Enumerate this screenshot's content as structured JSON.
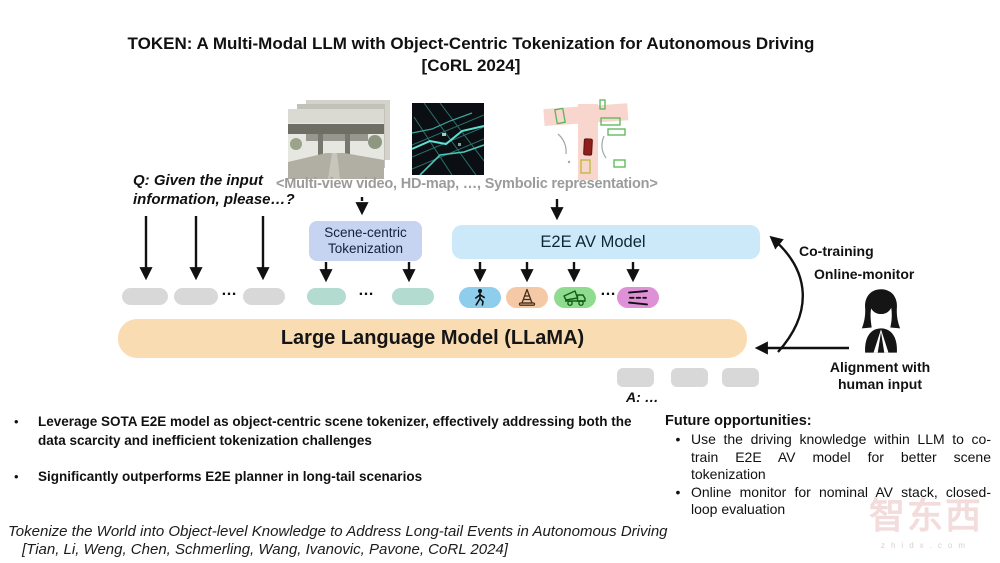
{
  "title": {
    "line1": "TOKEN: A Multi-Modal LLM with Object-Centric Tokenization for Autonomous Driving",
    "line2": "[CoRL 2024]"
  },
  "inputs": {
    "caption": "<Multi-view video, HD-map, …,  Symbolic representation>",
    "thumbnails": [
      "multi-view-video-thumbnail",
      "hd-map-thumbnail",
      "symbolic-representation-thumbnail"
    ]
  },
  "question": "Q: Given the input information, please…?",
  "flow": {
    "scene_tokenizer_label": "Scene-centric Tokenization",
    "e2e_label": "E2E AV Model",
    "llm_label": "Large Language Model (LLaMA)",
    "answer_label": "A: …",
    "ellipsis": "…",
    "co_training_label": "Co-training",
    "online_monitor_label": "Online-monitor",
    "alignment_label": "Alignment with human input",
    "token_icons": [
      "pedestrian-icon",
      "traffic-cone-icon",
      "dump-truck-icon",
      "lane-markings-icon"
    ]
  },
  "bullets": [
    "Leverage SOTA E2E model as object-centric scene tokenizer, effectively addressing both the data scarcity and inefficient tokenization challenges",
    "Significantly outperforms E2E planner in long-tail scenarios"
  ],
  "future": {
    "heading": "Future opportunities:",
    "items": [
      "Use the driving knowledge within LLM to co-train E2E AV model for better scene tokenization",
      "Online monitor for nominal AV stack, closed-loop evaluation"
    ]
  },
  "footer": {
    "line1": "Tokenize the World into Object-level Knowledge  to Address Long-tail Events in Autonomous Driving",
    "line2": "[Tian, Li, Weng, Chen, Schmerling, Wang, Ivanovic, Pavone, CoRL 2024]"
  },
  "watermark": {
    "text": "智东西",
    "sub": "zhidx.com"
  },
  "colors": {
    "scene_box": "#c6d3f1",
    "e2e_box": "#cbe9f8",
    "llm_box": "#fadcb3",
    "pill_gray": "#d8d8d8",
    "pill_teal": "#b3dbd0",
    "pill_blue": "#8fcded",
    "pill_peach": "#f5c8a6",
    "pill_green": "#8fdc8f",
    "pill_pink": "#de91d6",
    "caption_gray": "#9b9b9b"
  }
}
